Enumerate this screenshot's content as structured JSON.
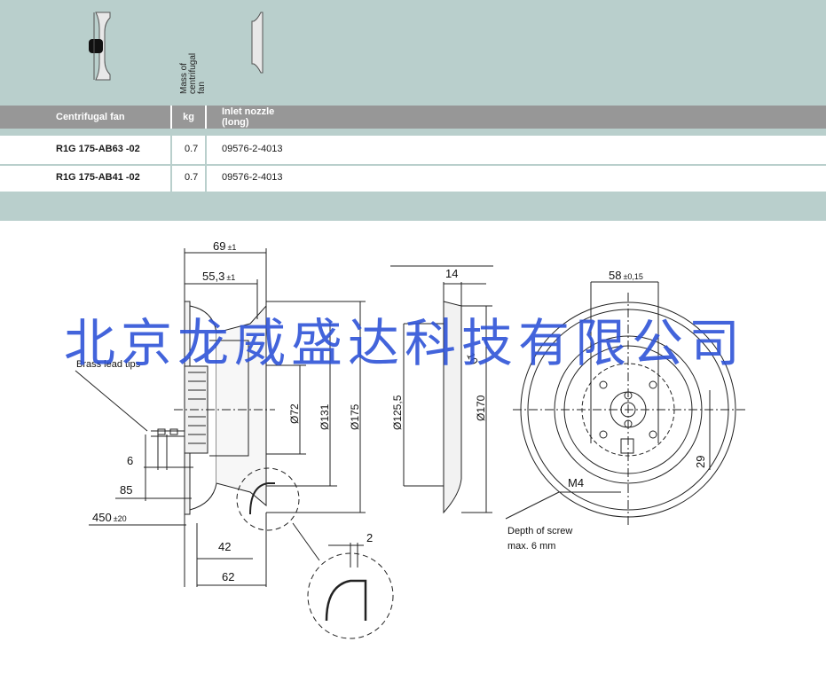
{
  "table": {
    "mass_header": "Mass of centrifugal fan",
    "columns": [
      "Centrifugal fan",
      "kg",
      "Inlet nozzle (long)"
    ],
    "rows": [
      {
        "model": "R1G 175-AB63 -02",
        "kg": "0.7",
        "nozzle": "09576-2-4013"
      },
      {
        "model": "R1G 175-AB41 -02",
        "kg": "0.7",
        "nozzle": "09576-2-4013"
      }
    ]
  },
  "drawing": {
    "dim_69": "69",
    "tol_69": "±1",
    "dim_55": "55,3",
    "tol_55": "±1",
    "dim_14": "14",
    "dim_58": "58",
    "tol_58": "±0,15",
    "dim_10": "10",
    "dim_72": "Ø72",
    "dim_131": "Ø131",
    "dim_175": "Ø175",
    "dim_125": "Ø125,5",
    "dim_170": "Ø170",
    "dim_6": "6",
    "dim_85": "85",
    "dim_450": "450",
    "tol_450": "±20",
    "dim_42": "42",
    "dim_62": "62",
    "dim_2": "2",
    "dim_29": "29",
    "m4": "M4",
    "brass": "Brass lead tips",
    "depth1": "Depth of screw",
    "depth2": "max. 6 mm"
  },
  "watermark": "北京龙威盛达科技有限公司",
  "colors": {
    "band": "#b9cfcc",
    "header": "#979797",
    "watermark": "#2f54d8"
  }
}
